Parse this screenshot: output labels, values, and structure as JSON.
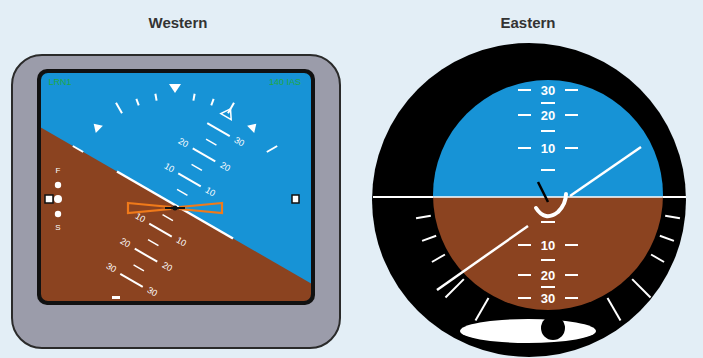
{
  "diagram": {
    "labels": [
      "Western",
      "Eastern",
      "LRN1",
      "140 IAS",
      "F",
      "S",
      "30",
      "20",
      "20",
      "10",
      "10",
      "10",
      "10",
      "20",
      "20",
      "30",
      "30",
      "30",
      "20",
      "10",
      "10",
      "20",
      "30"
    ]
  }
}
